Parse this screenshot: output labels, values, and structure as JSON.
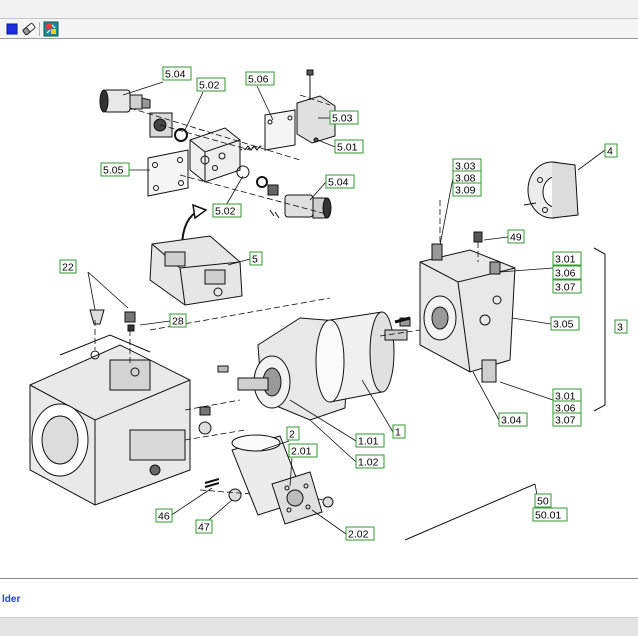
{
  "toolbar": {
    "buttons": [
      {
        "name": "stop-square-button",
        "icon": "blue-square-icon"
      },
      {
        "name": "eraser-button",
        "icon": "eraser-icon"
      },
      {
        "name": "tool-button",
        "icon": "app-tool-icon"
      }
    ]
  },
  "diagram": {
    "callouts": [
      "5.04",
      "5.02",
      "5.06",
      "5.03",
      "5.01",
      "5.05",
      "5.04",
      "5.02",
      "3.03",
      "3.08",
      "3.09",
      "4",
      "49",
      "22",
      "5",
      "28",
      "3.01",
      "3.06",
      "3.07",
      "3.05",
      "3",
      "3.04",
      "3.01",
      "3.06",
      "3.07",
      "1",
      "1.01",
      "1.02",
      "2",
      "2.01",
      "2.02",
      "46",
      "47",
      "50",
      "50.01"
    ]
  },
  "footer": {
    "link_text": "lder"
  },
  "colors": {
    "callout_border": "#2f9a2f",
    "footer_link": "#1f3fcc"
  }
}
